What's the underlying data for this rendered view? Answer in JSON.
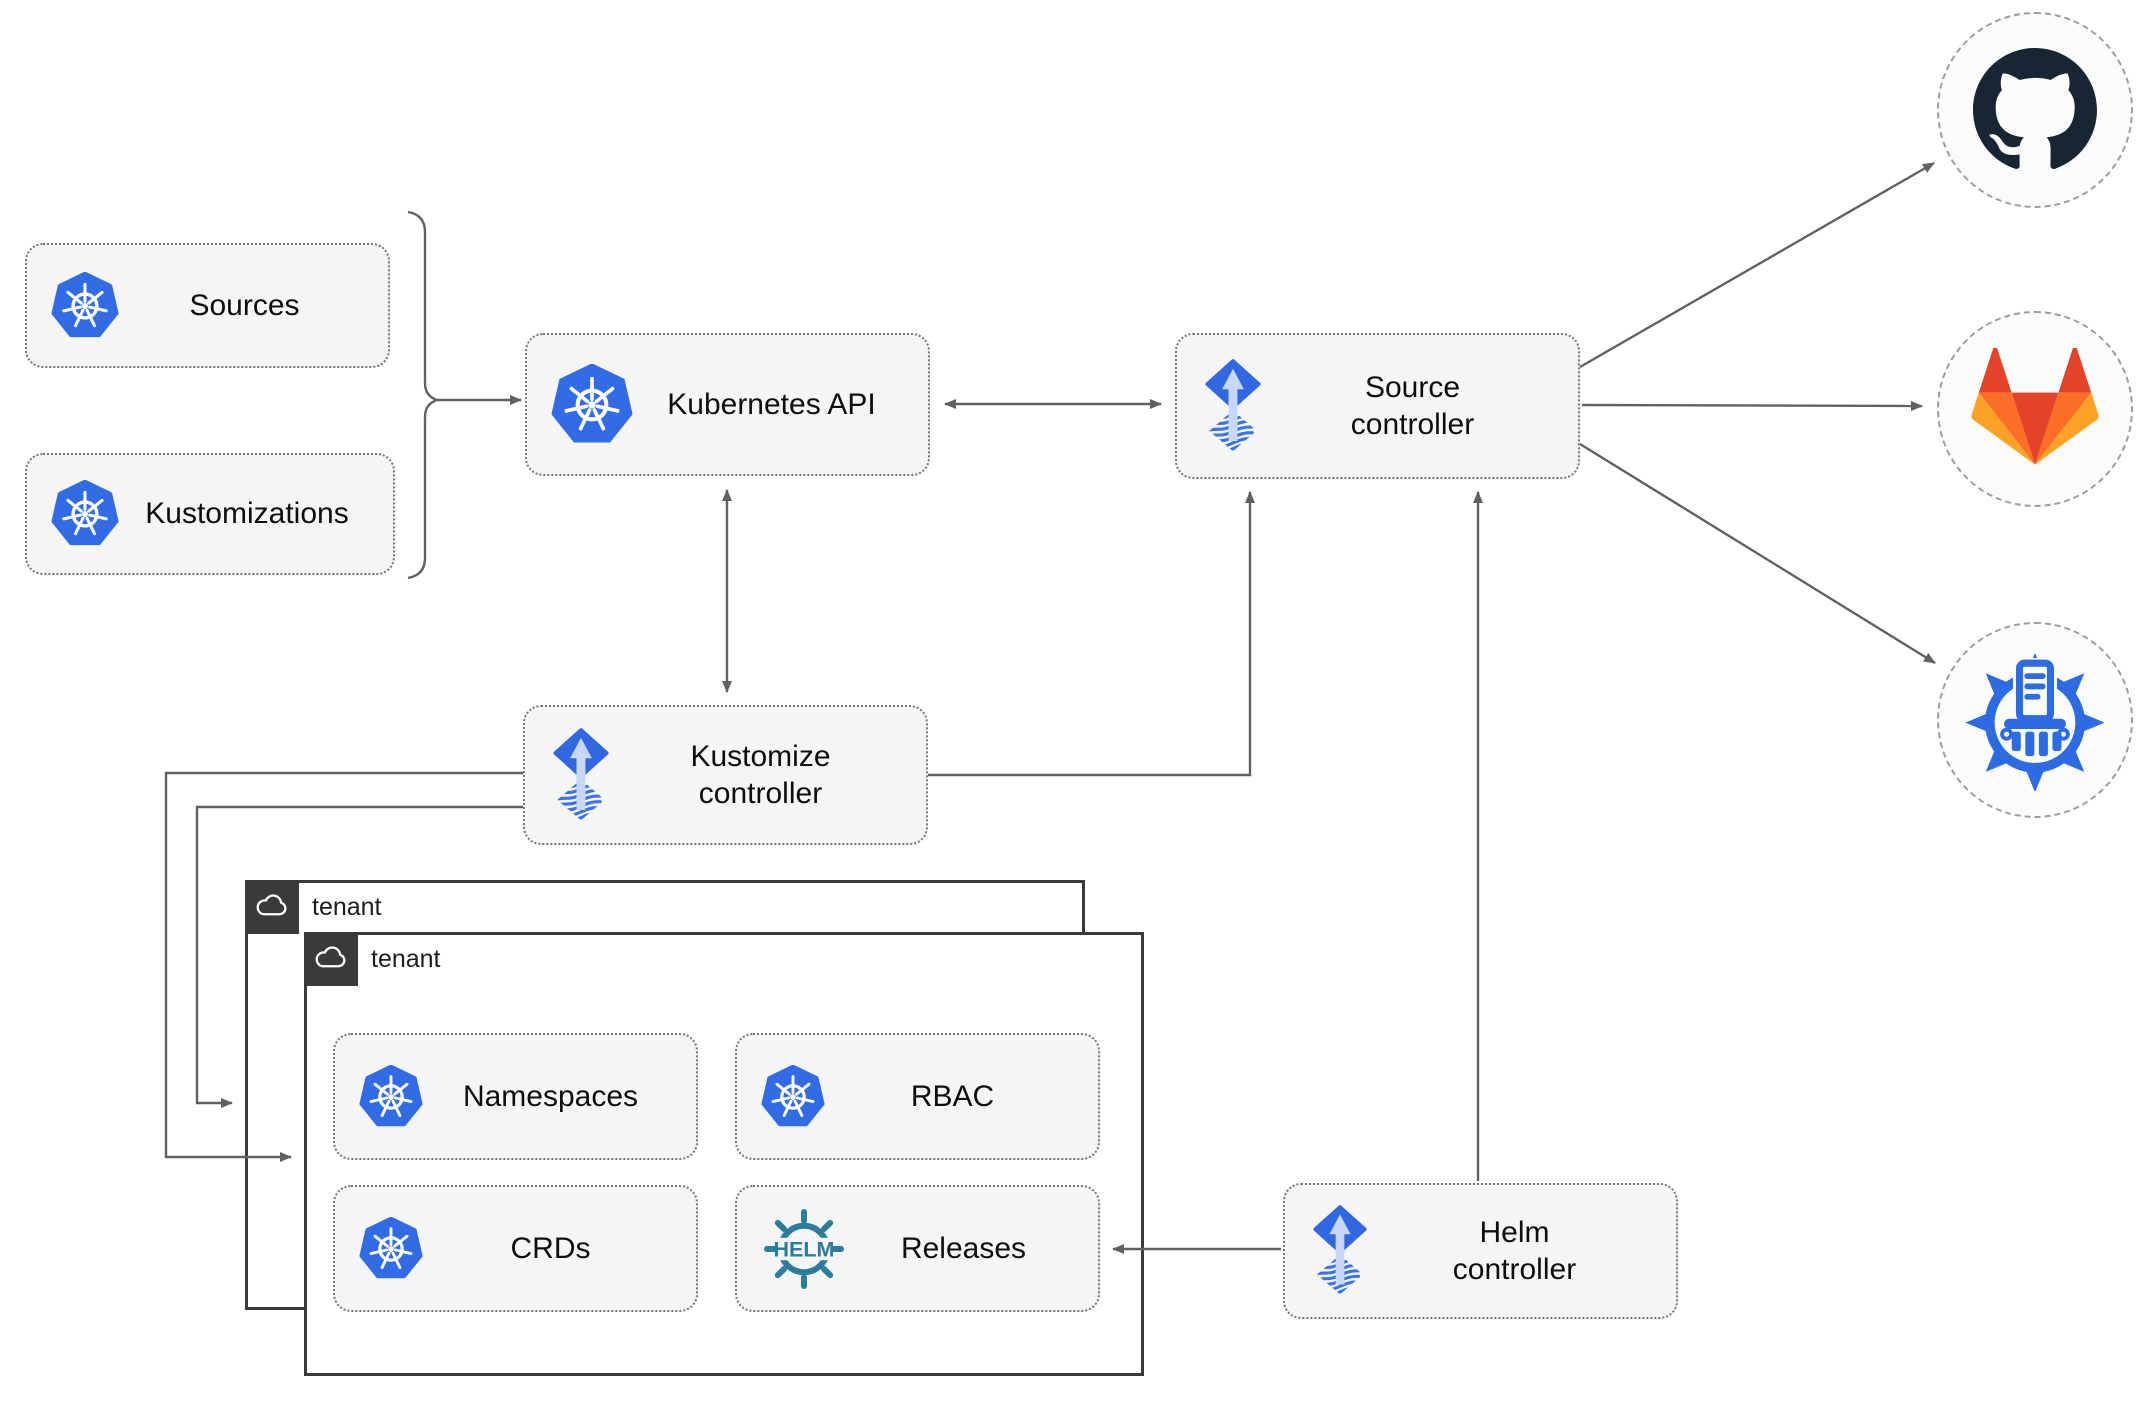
{
  "nodes": {
    "sources": "Sources",
    "kustomizations": "Kustomizations",
    "kubernetes_api": "Kubernetes API",
    "source_controller": "Source controller",
    "kustomize_controller": "Kustomize controller",
    "helm_controller": "Helm controller",
    "namespaces": "Namespaces",
    "rbac": "RBAC",
    "crds": "CRDs",
    "releases": "Releases"
  },
  "tenants": {
    "outer": "tenant",
    "inner": "tenant"
  },
  "helm_logo_text": "HELM",
  "icons": {
    "kubernetes": "kubernetes-icon",
    "flux": "flux-icon",
    "helm": "helm-wheel-icon",
    "cloud": "cloud-icon",
    "github": "github-icon",
    "gitlab": "gitlab-icon",
    "chartmuseum": "chartmuseum-icon"
  },
  "colors": {
    "kubernetes_blue": "#326ce5",
    "flux_blue": "#3168e2",
    "flux_arrow_light": "#c8d7f6",
    "helm_teal": "#2a7d9c",
    "chartmuseum_blue": "#2d6be2",
    "github_dark": "#182634",
    "gitlab_red": "#e24329",
    "gitlab_orange": "#fc6d26",
    "gitlab_amber": "#fca326",
    "node_fill": "#f5f5f5",
    "node_border": "#757575",
    "tenant_border": "#3a3a3a",
    "arrow_gray": "#616161",
    "endpoint_bg": "#fbfbf9"
  }
}
